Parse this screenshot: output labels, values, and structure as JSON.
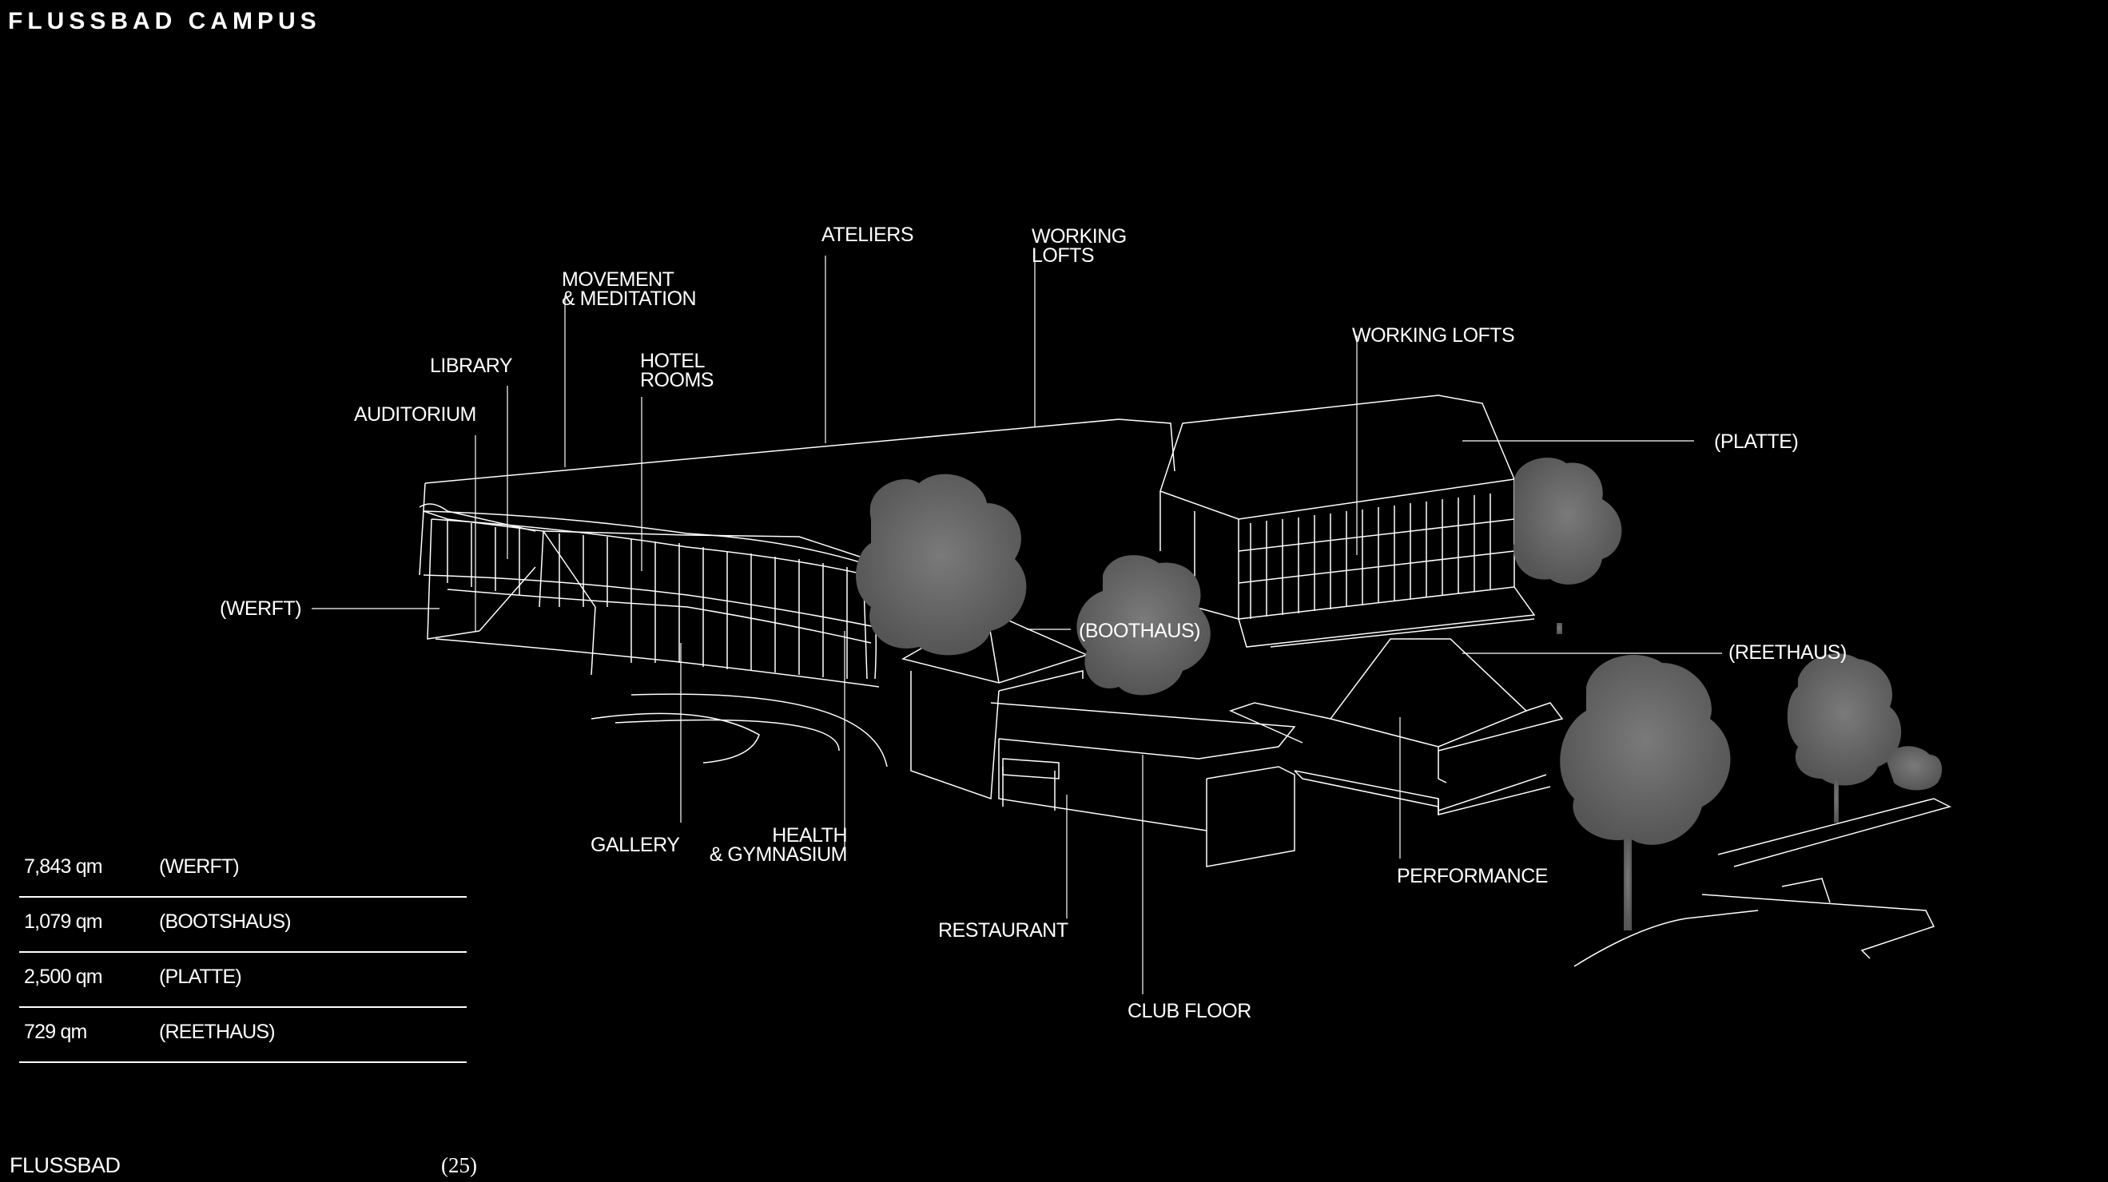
{
  "header": {
    "title": "FLUSSBAD CAMPUS"
  },
  "labels": {
    "ateliers": "ATELIERS",
    "working_lofts_top": [
      "WORKING",
      "LOFTS"
    ],
    "movement": [
      "MOVEMENT",
      "& MEDITATION"
    ],
    "library": "LIBRARY",
    "hotel_rooms": [
      "HOTEL",
      "ROOMS"
    ],
    "auditorium": "AUDITORIUM",
    "working_lofts": "WORKING LOFTS",
    "platte": "(PLATTE)",
    "werft": "(WERFT)",
    "boothaus": "(BOOTHAUS)",
    "reethaus": "(REETHAUS)",
    "gallery": "GALLERY",
    "health": [
      "HEALTH",
      "& GYMNASIUM"
    ],
    "restaurant": "RESTAURANT",
    "performance": "PERFORMANCE",
    "club_floor": "CLUB FLOOR"
  },
  "areas": [
    {
      "qm": "7,843 qm",
      "name": "(WERFT)"
    },
    {
      "qm": "1,079 qm",
      "name": "(BOOTSHAUS)"
    },
    {
      "qm": "2,500 qm",
      "name": "(PLATTE)"
    },
    {
      "qm": "729 qm",
      "name": "(REETHAUS)"
    }
  ],
  "footer": {
    "left": "FLUSSBAD",
    "page": "(25)"
  },
  "colors": {
    "background": "#000000",
    "lines": "#ffffff",
    "trees": "#6b6b6b"
  }
}
